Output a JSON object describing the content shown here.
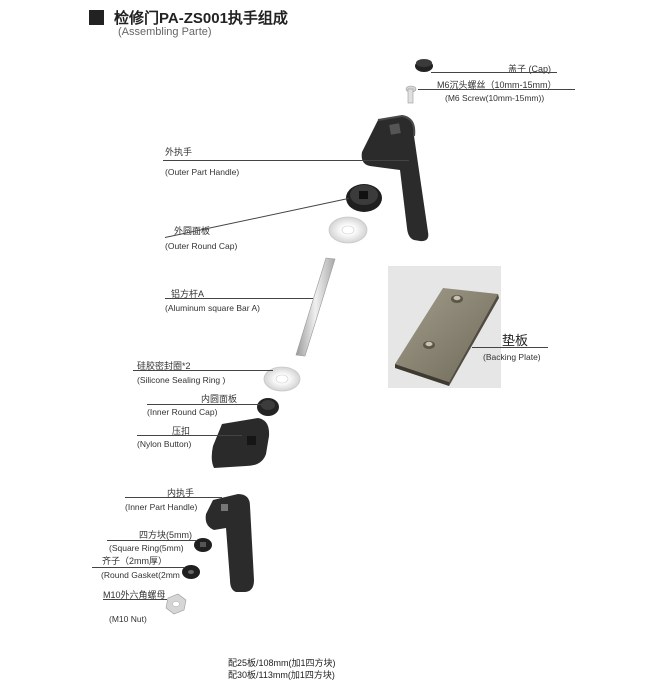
{
  "header": {
    "title": "检修门PA-ZS001执手组成",
    "subtitle": "(Assembling Parte)"
  },
  "parts": {
    "cap": {
      "cn": "盖子 (Cap)"
    },
    "screw": {
      "cn": "M6沉头螺丝（10mm-15mm）",
      "en": "(M6 Screw(10mm-15mm))"
    },
    "outer_handle": {
      "cn": "外执手",
      "en": "(Outer Part Handle)"
    },
    "outer_round_cap": {
      "cn": "外圆面板",
      "en": "(Outer Round Cap)"
    },
    "bar": {
      "cn": "铝方杆A",
      "en": "(Aluminum square Bar A)"
    },
    "backing_plate": {
      "cn": "垫板",
      "en": "(Backing Plate)"
    },
    "sealing_ring": {
      "cn": "硅胶密封圈*2",
      "en": "(Silicone Sealing Ring )"
    },
    "inner_round_cap": {
      "cn": "内圆面板",
      "en": "(Inner Round Cap)"
    },
    "nylon_button": {
      "cn": "压扣",
      "en": "(Nylon Button)"
    },
    "inner_handle": {
      "cn": "内执手",
      "en": "(Inner Part Handle)"
    },
    "square_ring": {
      "cn": "四方块(5mm)",
      "en": "(Square Ring(5mm)"
    },
    "round_gasket": {
      "cn": "齐子（2mm厚）",
      "en": "(Round Gasket(2mm"
    },
    "nut": {
      "cn": "M10外六角螺母",
      "en": "(M10 Nut)"
    }
  },
  "footer": {
    "line1": "配25板/108mm(加1四方块)",
    "line2": "配30板/113mm(加1四方块)"
  },
  "colors": {
    "part_dark": "#2b2b2b",
    "metal": "#c8c8c8",
    "plate": "#8a8474"
  }
}
